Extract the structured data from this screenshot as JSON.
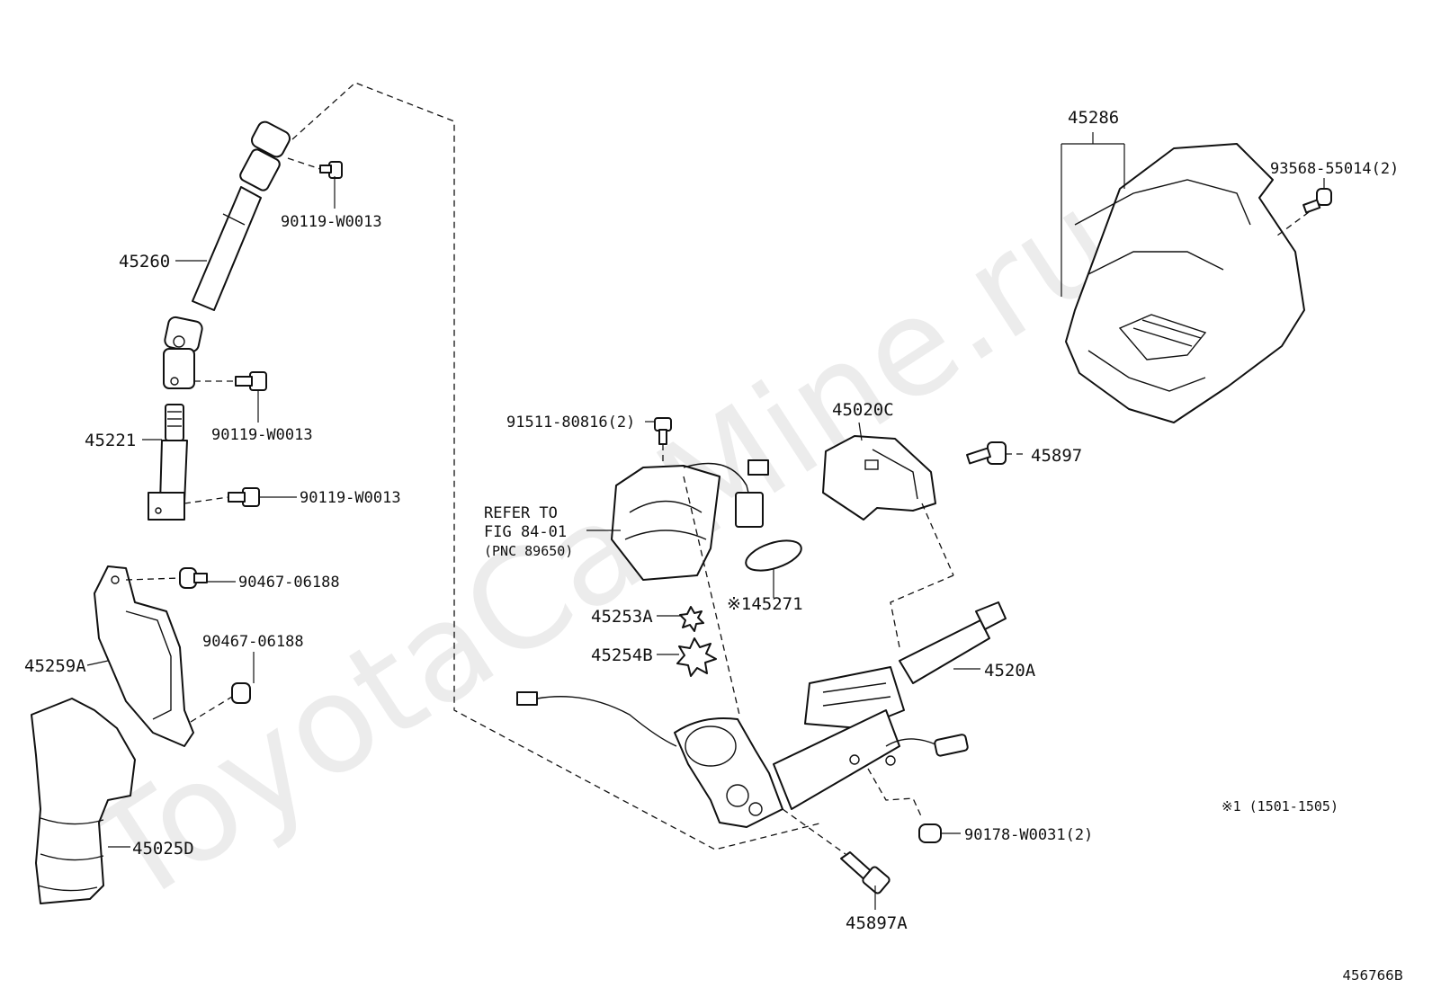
{
  "watermark": "ToyotaCarMine.ru",
  "diagram_id": "456766B",
  "footnote": "※1 (1501-1505)",
  "refer_note": {
    "line1": "REFER TO",
    "line2": "FIG 84-01",
    "line3": "(PNC 89650)"
  },
  "parts": {
    "p45260": "45260",
    "p90119_a": "90119-W0013",
    "p90119_b": "90119-W0013",
    "p90119_c": "90119-W0013",
    "p45221": "45221",
    "p90467_a": "90467-06188",
    "p90467_b": "90467-06188",
    "p45259A": "45259A",
    "p45025D": "45025D",
    "p91511": "91511-80816(2)",
    "p45253A": "45253A",
    "p45254B": "45254B",
    "p145271": "※145271",
    "p45020C": "45020C",
    "p45897": "45897",
    "p4520A": "4520A",
    "p90178": "90178-W0031(2)",
    "p45897A": "45897A",
    "p45286": "45286",
    "p93568": "93568-55014(2)"
  }
}
